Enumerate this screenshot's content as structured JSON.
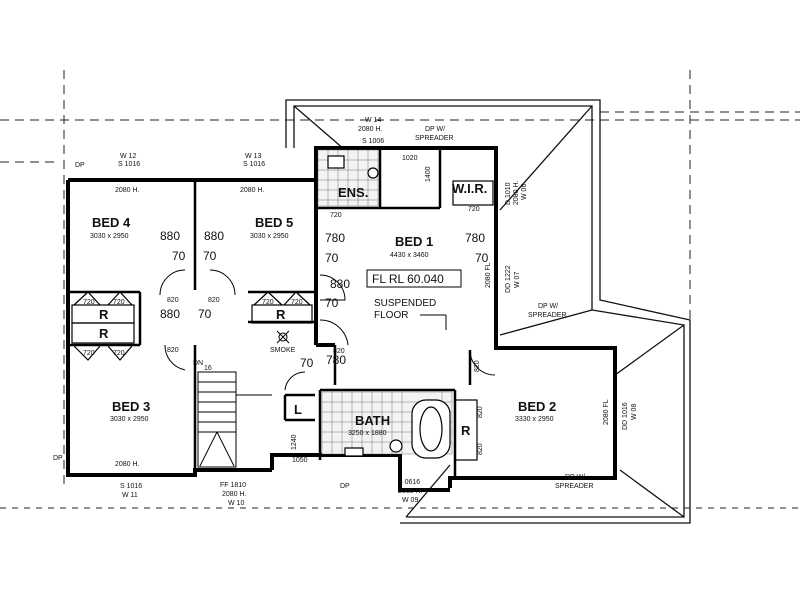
{
  "rooms": {
    "bed4": {
      "name": "BED 4",
      "size": "3030 x 2950"
    },
    "bed5": {
      "name": "BED 5",
      "size": "3030 x 2950"
    },
    "bed1": {
      "name": "BED 1",
      "size": "4430 x 3460"
    },
    "bed3": {
      "name": "BED 3",
      "size": "3030 x 2950"
    },
    "bed2": {
      "name": "BED 2",
      "size": "3330 x 2950"
    },
    "bath": {
      "name": "BATH",
      "size": "3250 x 1880"
    },
    "ens": {
      "name": "ENS."
    },
    "wir": {
      "name": "W.I.R."
    }
  },
  "level": "FL  RL 60.040",
  "floor_note": {
    "line1": "SUSPENDED",
    "line2": "FLOOR"
  },
  "windows": {
    "w12": "W 12",
    "s1016a": "S 1016",
    "w13": "W 13",
    "s1016b": "S 1016",
    "w14": "W 14",
    "h2080_14": "2080 H.",
    "s1006": "S 1006",
    "w11": "W 11",
    "s1016c": "S 1016",
    "w10": "W 10",
    "ff1810": "FF 1810",
    "h2080_10": "2080 H.",
    "s0616": "S 0616",
    "h2080_b": "2080 H.",
    "w09": "W 09",
    "h2080_bed4": "2080 H.",
    "h2080_bed5": "2080 H.",
    "h2080_bed3": "2080 H.",
    "d1222": "DD 1222",
    "w07": "W 07",
    "fl2080": "2080 FL",
    "d1016_bed2": "DD 1016",
    "w08": "W 08",
    "h2080_bed2": "2080 FL",
    "d1010": "D 1010",
    "h2080_wir": "2080 H.",
    "w06": "W 06"
  },
  "dims": {
    "d880a": "880",
    "d880b": "880",
    "d70a": "70",
    "d70b": "70",
    "d780a": "780",
    "d780b": "780",
    "d70c": "70",
    "d70d": "70",
    "d880c": "880",
    "d70e": "70",
    "d880d": "880",
    "d70f": "70",
    "d70g": "70",
    "d780c": "780",
    "d720a": "720",
    "d720b": "720",
    "d720c": "720",
    "d720d": "720",
    "d720e": "720",
    "d720f": "720",
    "d720g": "720",
    "d720h": "720",
    "d820a": "820",
    "d820b": "820",
    "d820c": "820",
    "d820d": "820",
    "d820e": "820",
    "d820f": "820",
    "d820g": "820",
    "d1020": "1020",
    "d1400": "1400",
    "d1240": "1240",
    "d1050": "1050",
    "d16": "16"
  },
  "labels": {
    "dp1": "DP",
    "dp2": "DP",
    "dp3": "DP",
    "dpw1": "DP W/",
    "spr1": "SPREADER",
    "dpw2": "DP W/",
    "spr2": "SPREADER",
    "dpw3": "DP W/",
    "spr3": "SPREADER",
    "smoke": "SMOKE",
    "dn": "DN",
    "r1": "R",
    "r2": "R",
    "r3": "R",
    "r4": "R",
    "l": "L"
  }
}
